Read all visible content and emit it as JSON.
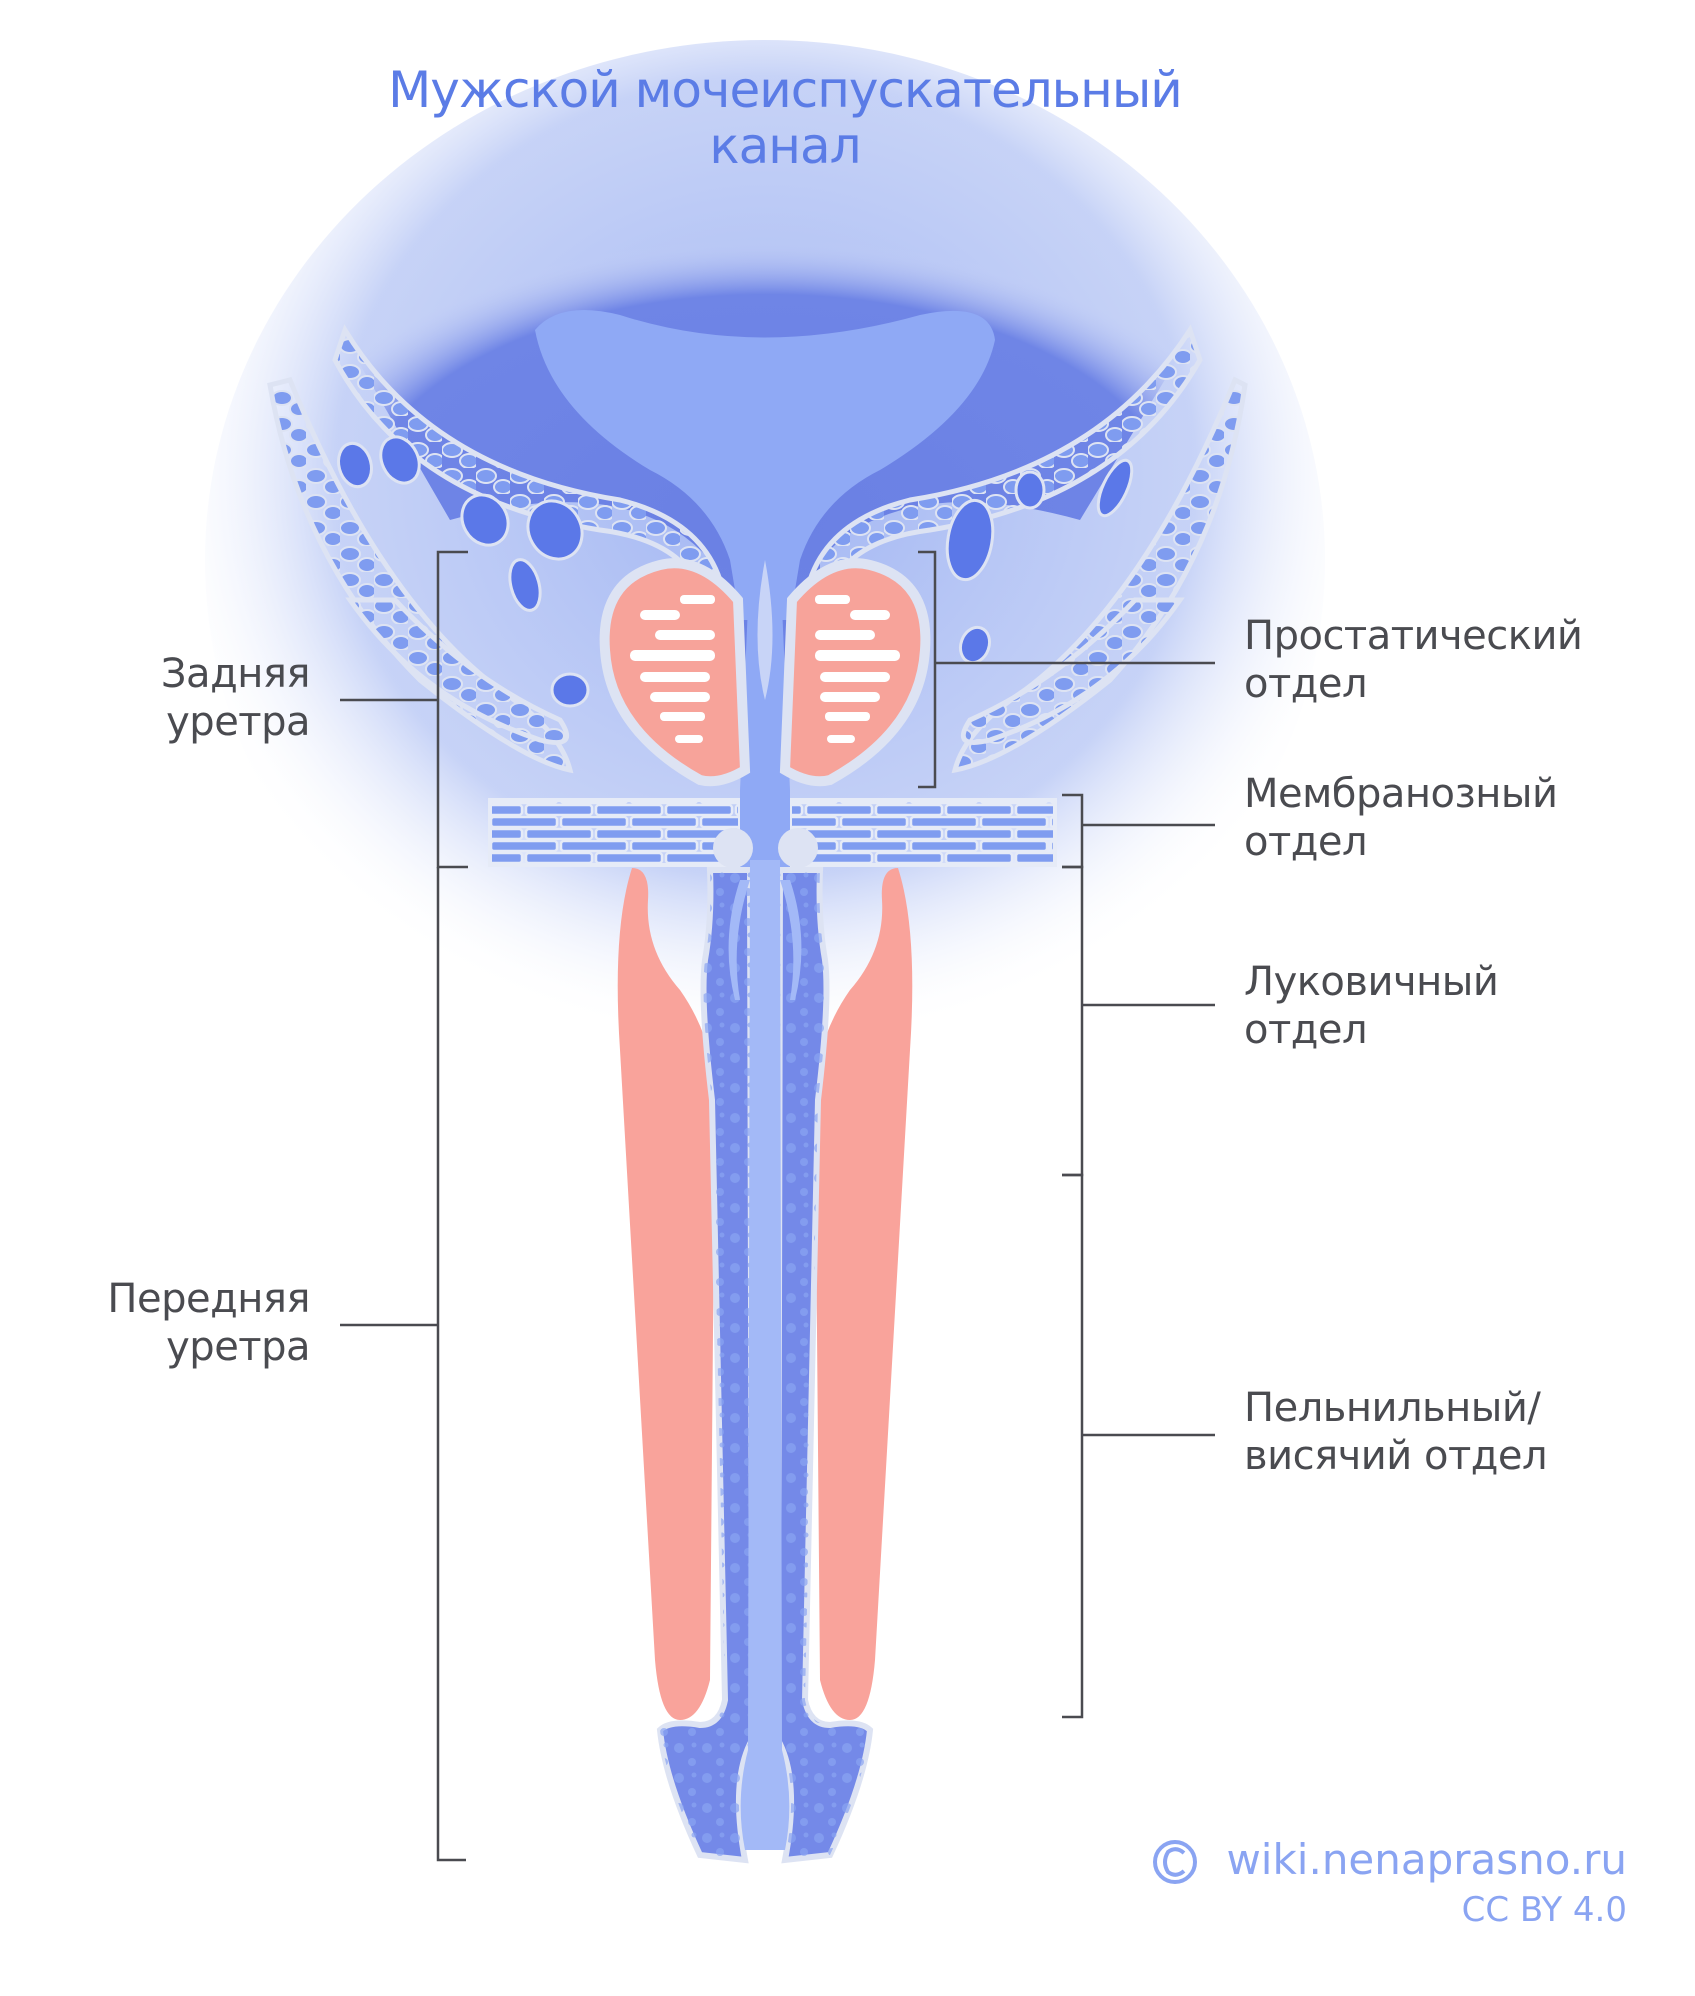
{
  "title": {
    "line1": "Мужской мочеиспускательный",
    "line2": "канал"
  },
  "labels_left": [
    {
      "id": "posterior",
      "line1": "Задняя",
      "line2": "уретра"
    },
    {
      "id": "anterior",
      "line1": "Передняя",
      "line2": "уретра"
    }
  ],
  "labels_right": [
    {
      "id": "prostatic",
      "line1": "Простатический",
      "line2": "отдел"
    },
    {
      "id": "membranous",
      "line1": "Мембранозный",
      "line2": "отдел"
    },
    {
      "id": "bulbar",
      "line1": "Луковичный",
      "line2": "отдел"
    },
    {
      "id": "penile",
      "line1": "Пельнильный/",
      "line2": "висячий отдел"
    }
  ],
  "watermark": {
    "copyright_icon": "copyright-icon",
    "site": "wiki.nenaprasno.ru",
    "license": "CC BY 4.0"
  },
  "colors": {
    "title": "#5b7ce6",
    "label_text": "#4a4b50",
    "bracket": "#4a4b50",
    "bladder_dark": "#6a80e4",
    "bladder_light": "#8fa9f5",
    "tissue_bg": "#a9baf0",
    "muscle_cells": "#7f9cf0",
    "cell_outline": "#dde3f3",
    "prostate": "#f7a39a",
    "corpora_cavernosa": "#f9a39b",
    "spongiosum": "#7489e8",
    "urethra_lumen": "#a3b9f7",
    "watermark": "#8aa4f2"
  }
}
